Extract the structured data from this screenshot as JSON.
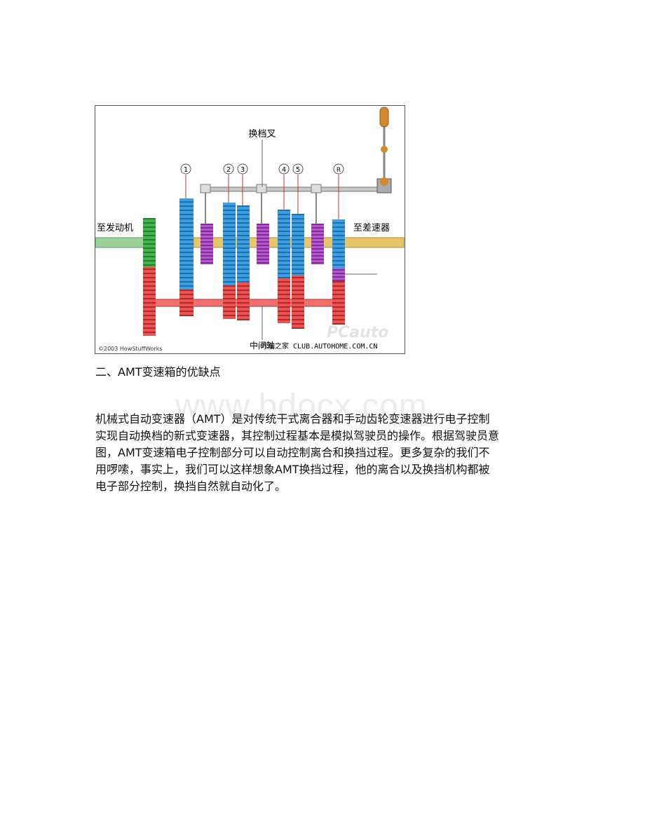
{
  "figure": {
    "labels": {
      "shift_fork": "换档叉",
      "to_engine": "至发动机",
      "to_differential": "至差速器",
      "countershaft": "中间轴",
      "gear_1": "1",
      "gear_2": "2",
      "gear_3": "3",
      "gear_4": "4",
      "gear_5": "5",
      "gear_r": "R",
      "copyright": "©2003 HowStuffWorks",
      "source": "汽车之家 CLUB.AUTOHOME.COM.CN"
    },
    "colors": {
      "blue_gear": "#3d9fe0",
      "red_gear": "#e84a4a",
      "green_gear": "#3fae4a",
      "purple_collar": "#b04fc8",
      "yellow_shaft": "#e8c66a",
      "green_shaft": "#9cd19a"
    }
  },
  "heading": "二、AMT变速箱的优缺点",
  "watermark": "www.bdocx.com",
  "paragraph_lines": [
    "机械式自动变速器（AMT）是对传统干式离合器和手动齿轮变速器进行电子控制",
    "实现自动换档的新式变速器，其控制过程基本是模拟驾驶员的操作。根据驾驶员意",
    "图，AMT变速箱电子控制部分可以自动控制离合和换挡过程。更多复杂的我们不",
    "用啰嗦，事实上，我们可以这样想象AMT换挡过程，他的离合以及换挡机构都被",
    "电子部分控制，换挡自然就自动化了。"
  ]
}
